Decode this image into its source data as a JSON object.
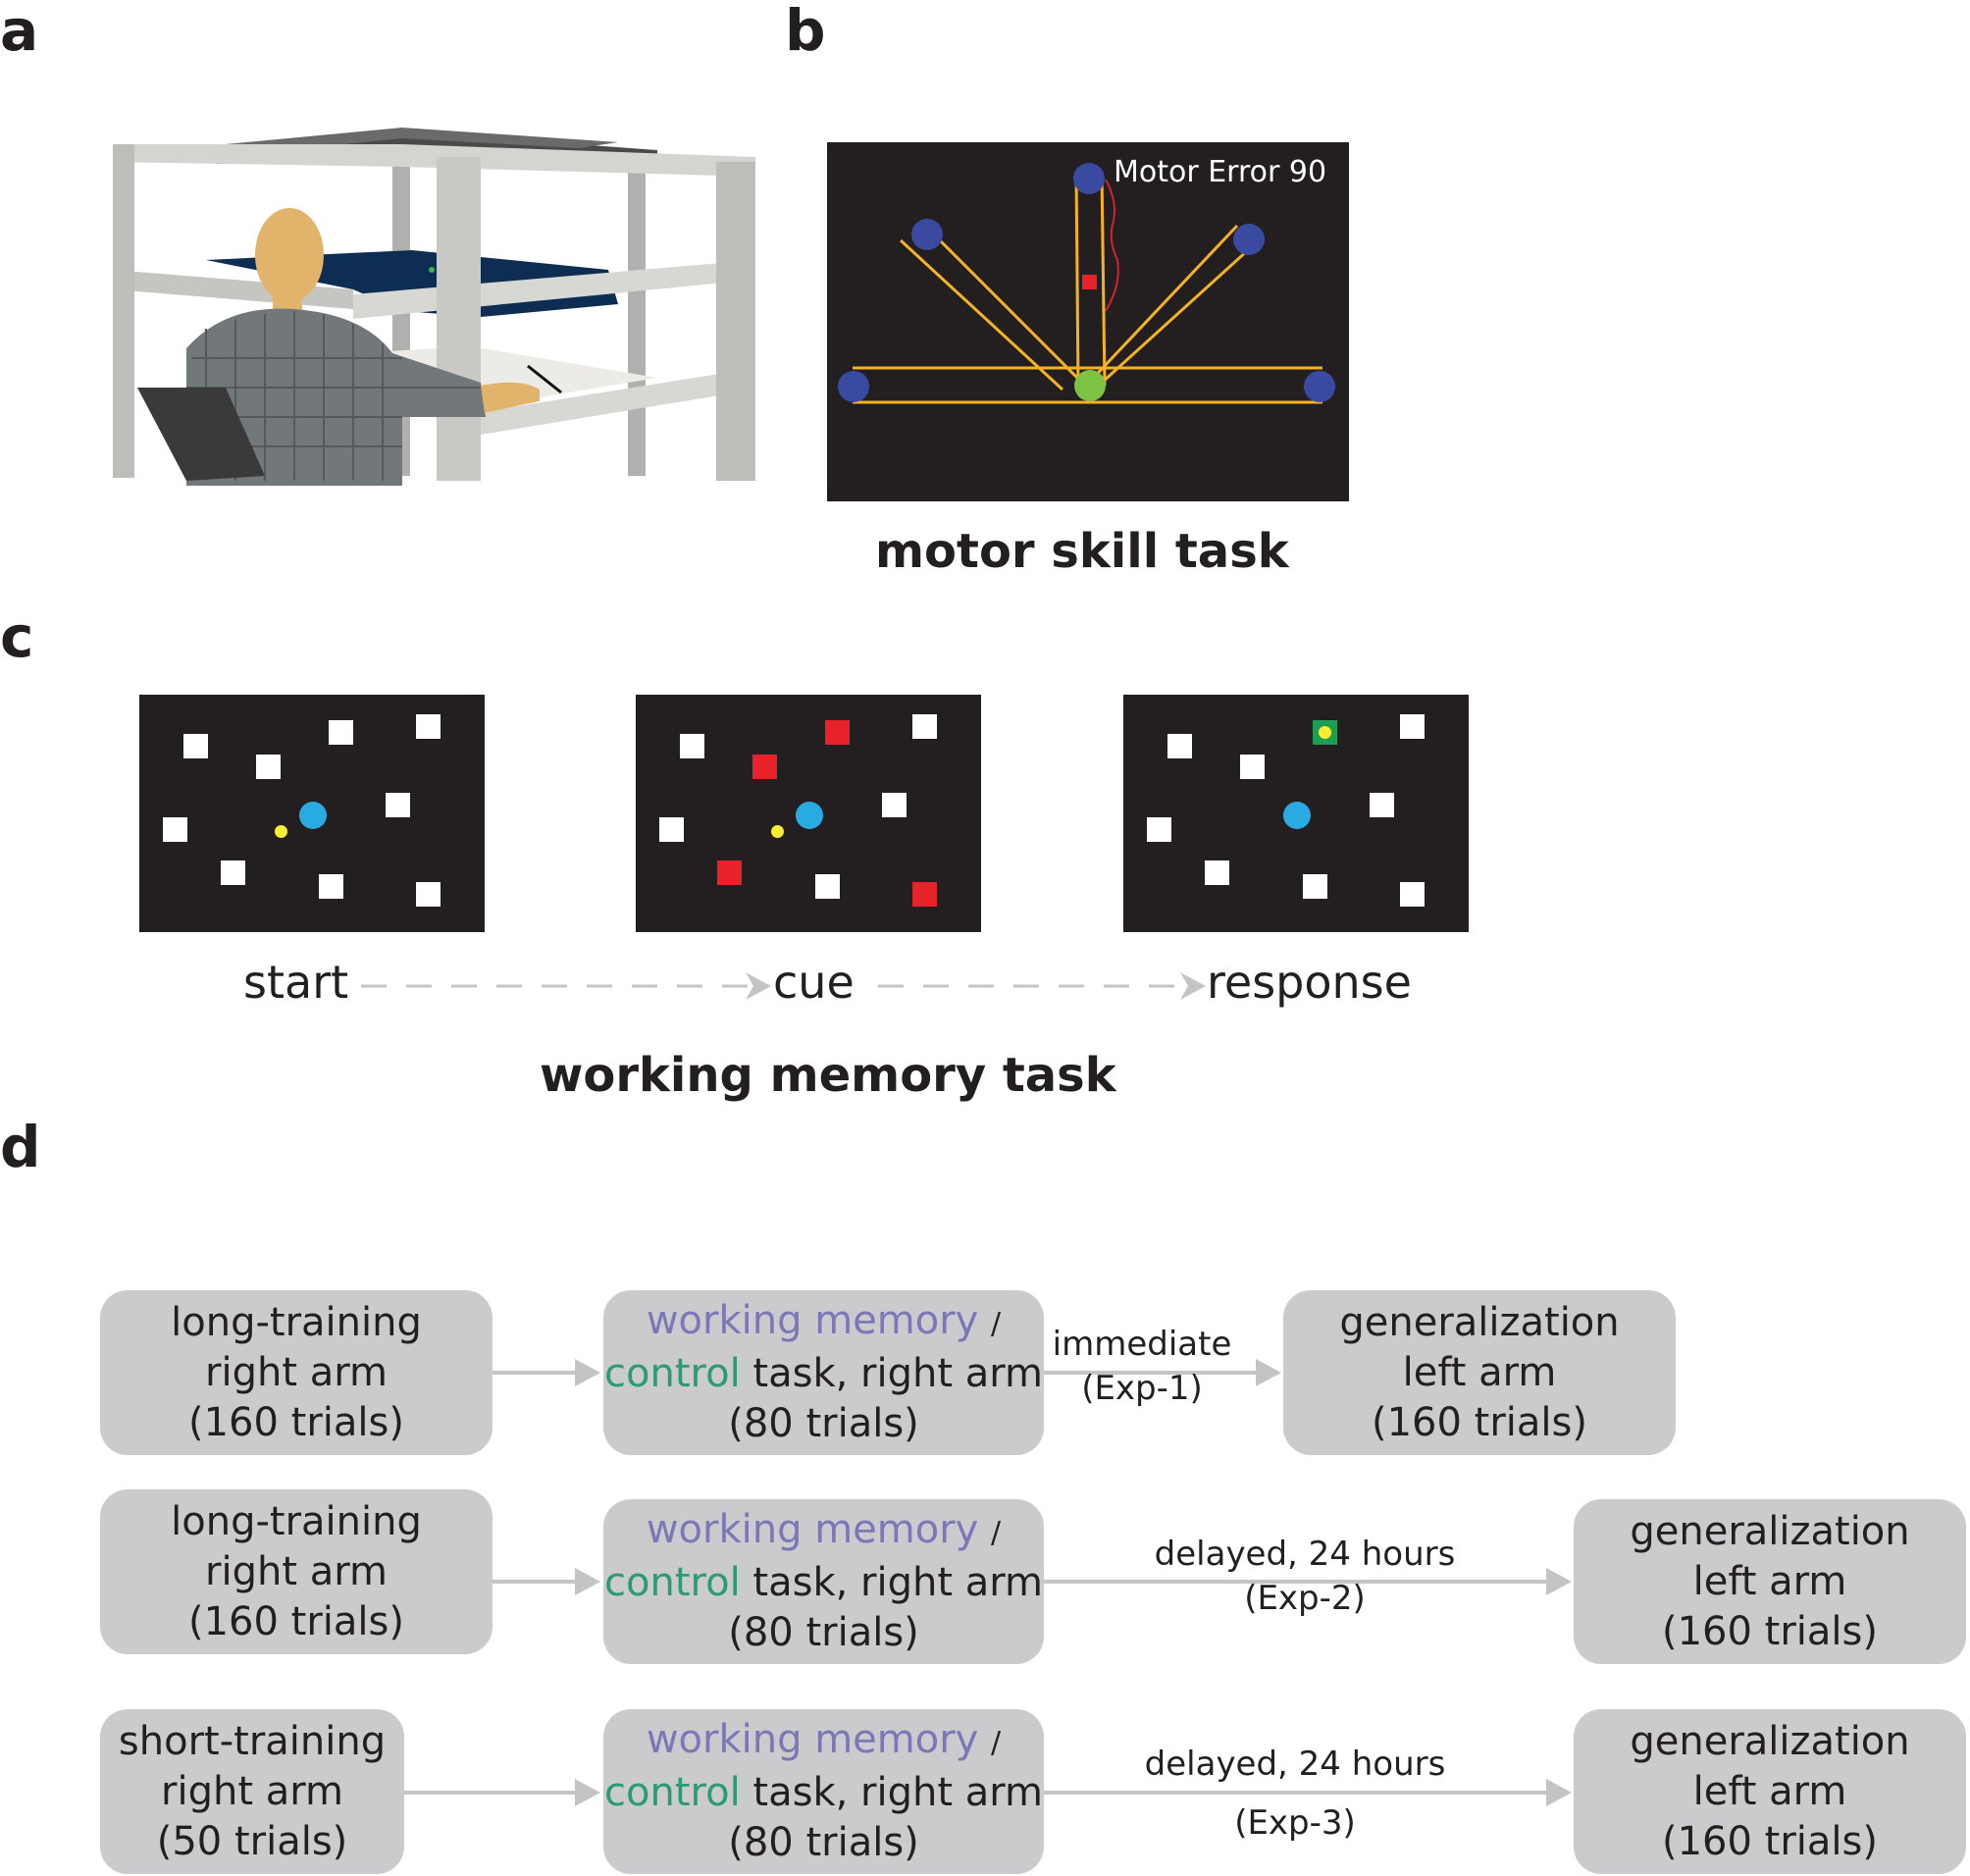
{
  "panels": {
    "a": "a",
    "b": "b",
    "c": "c",
    "d": "d"
  },
  "motor_skill": {
    "title": "motor skill task",
    "error_label": "Motor Error 90",
    "colors": {
      "screen": "#231f20",
      "target": "#3a4aa0",
      "start": "#7cc243",
      "path": "#f5b323",
      "cursor": "#e8222a",
      "trace": "#d2232a"
    }
  },
  "working_memory": {
    "title": "working memory task",
    "steps": [
      "start",
      "cue",
      "response"
    ],
    "colors": {
      "screen": "#231f20",
      "square": "#ffffff",
      "cue_square": "#e8222a",
      "center": "#29abe2",
      "cursor": "#f9ed32",
      "response_frame": "#1f9d55"
    }
  },
  "flow": {
    "rows": [
      {
        "training": [
          "long-training",
          "right arm",
          "(160 trials)"
        ],
        "task": {
          "wm": "working memory",
          "slash": "/",
          "control": "control",
          "rest": " task, right arm",
          "trials": "(80 trials)"
        },
        "arrow": [
          "immediate",
          "(Exp-1)"
        ],
        "generalization": [
          "generalization",
          "left arm",
          "(160 trials)"
        ]
      },
      {
        "training": [
          "long-training",
          "right arm",
          "(160 trials)"
        ],
        "task": {
          "wm": "working memory",
          "slash": "/",
          "control": "control",
          "rest": " task, right arm",
          "trials": "(80 trials)"
        },
        "arrow": [
          "delayed, 24 hours",
          "(Exp-2)"
        ],
        "generalization": [
          "generalization",
          "left arm",
          "(160 trials)"
        ]
      },
      {
        "training": [
          "short-training",
          "right arm",
          "(50 trials)"
        ],
        "task": {
          "wm": "working memory",
          "slash": "/",
          "control": "control",
          "rest": " task, right arm",
          "trials": "(80 trials)"
        },
        "arrow": [
          "delayed, 24 hours",
          "(Exp-3)"
        ],
        "generalization": [
          "generalization",
          "left arm",
          "(160 trials)"
        ]
      }
    ],
    "colors": {
      "box": "#cbcbcd",
      "arrow": "#c4c4c6",
      "working_memory": "#7b77b8",
      "control": "#2a9b76"
    }
  }
}
